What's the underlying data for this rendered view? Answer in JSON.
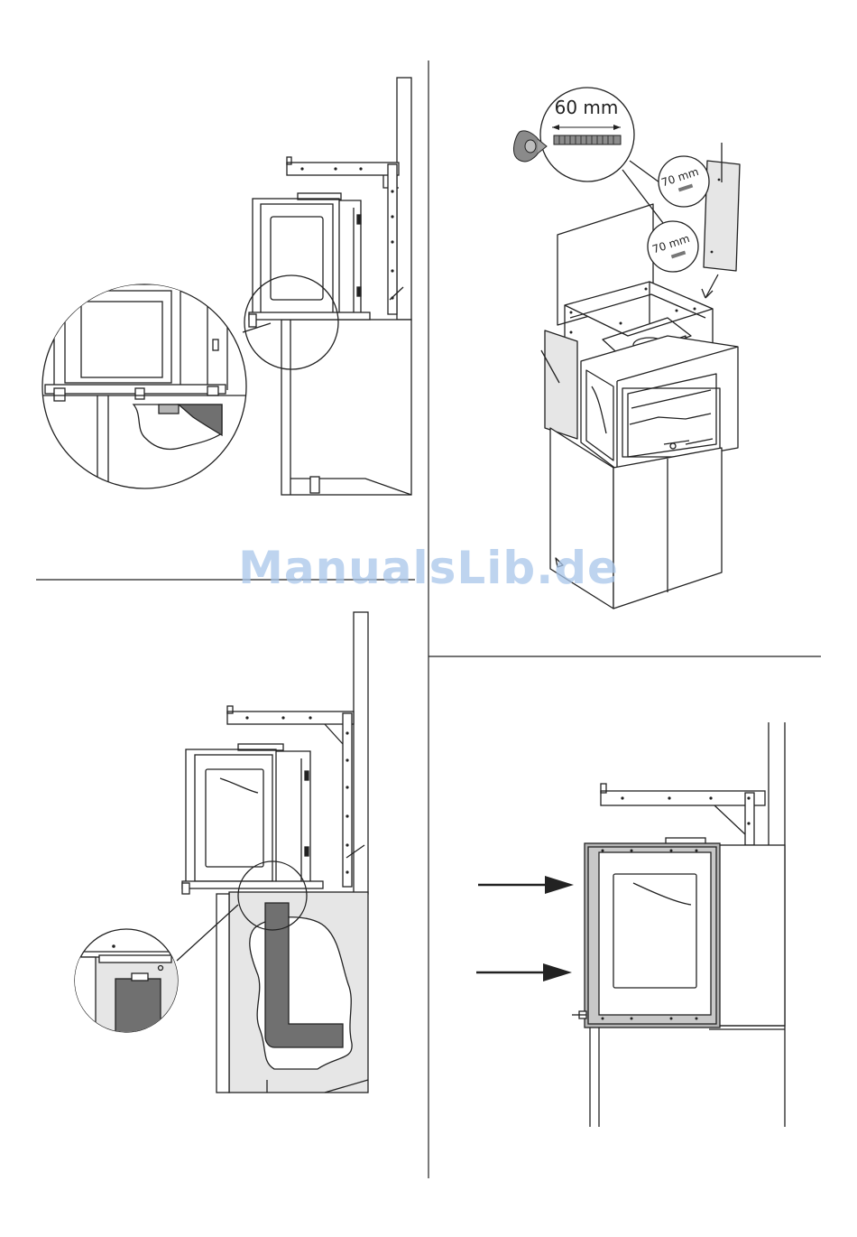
{
  "labels": {
    "bolt_length": "60 mm",
    "side_distance_1": "70 mm",
    "side_distance_2": "70 mm"
  },
  "watermark": "ManualsLib.de",
  "colors": {
    "line": "#222222",
    "dark_fill": "#707070",
    "light_fill": "#e6e6e6",
    "mid_fill": "#b4b4b4",
    "watermark": "#a9c6ea"
  }
}
